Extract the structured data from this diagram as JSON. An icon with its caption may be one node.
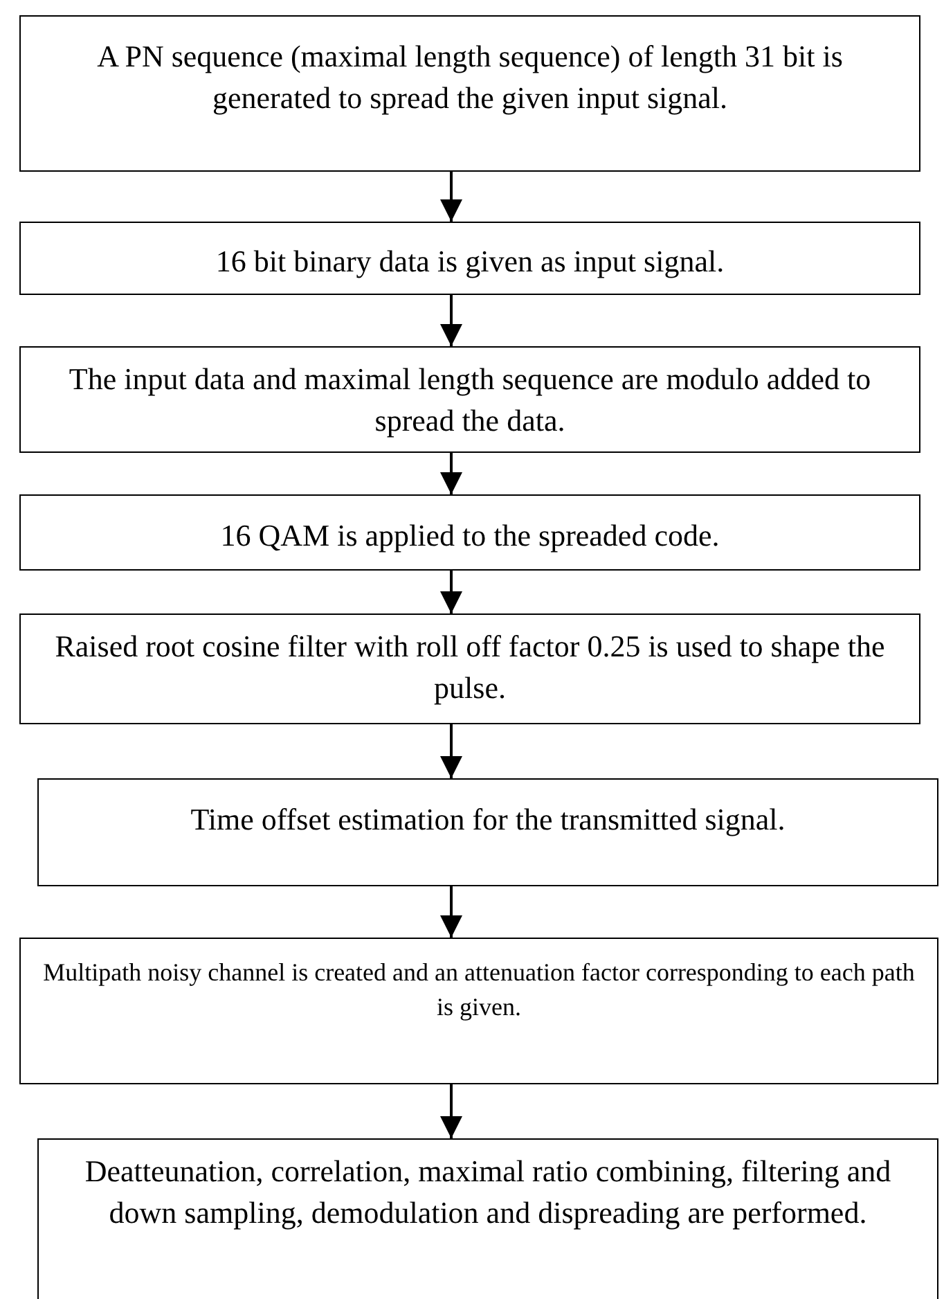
{
  "diagram": {
    "nodes": [
      {
        "text": [
          "A PN sequence (maximal length sequence) of length 31 bit is generated to spread the given input signal."
        ]
      },
      {
        "text": [
          "16 bit binary data is given as input signal."
        ]
      },
      {
        "text": [
          "The input data and maximal length sequence are modulo added to spread the data."
        ]
      },
      {
        "text": [
          "16 QAM is applied to the spreaded code."
        ]
      },
      {
        "text": [
          "Raised root cosine filter with roll off factor 0.25 is used to shape the pulse."
        ]
      },
      {
        "text": [
          "Time offset estimation for the transmitted signal."
        ]
      },
      {
        "text": [
          "Multipath noisy channel is created and an attenuation factor corresponding to each path is given."
        ]
      },
      {
        "text": [
          "Deatteunation, correlation, maximal ratio combining, filtering and down sampling, demodulation and dispreading are performed."
        ]
      }
    ],
    "edges": [
      {
        "from": 0,
        "to": 1,
        "arrow": "to"
      },
      {
        "from": 1,
        "to": 2,
        "arrow": "to"
      },
      {
        "from": 2,
        "to": 3,
        "arrow": "to"
      },
      {
        "from": 3,
        "to": 4,
        "arrow": "to"
      },
      {
        "from": 4,
        "to": 5,
        "arrow": "to"
      },
      {
        "from": 5,
        "to": 6,
        "arrow": "to"
      },
      {
        "from": 6,
        "to": 7,
        "arrow": "to"
      }
    ]
  }
}
